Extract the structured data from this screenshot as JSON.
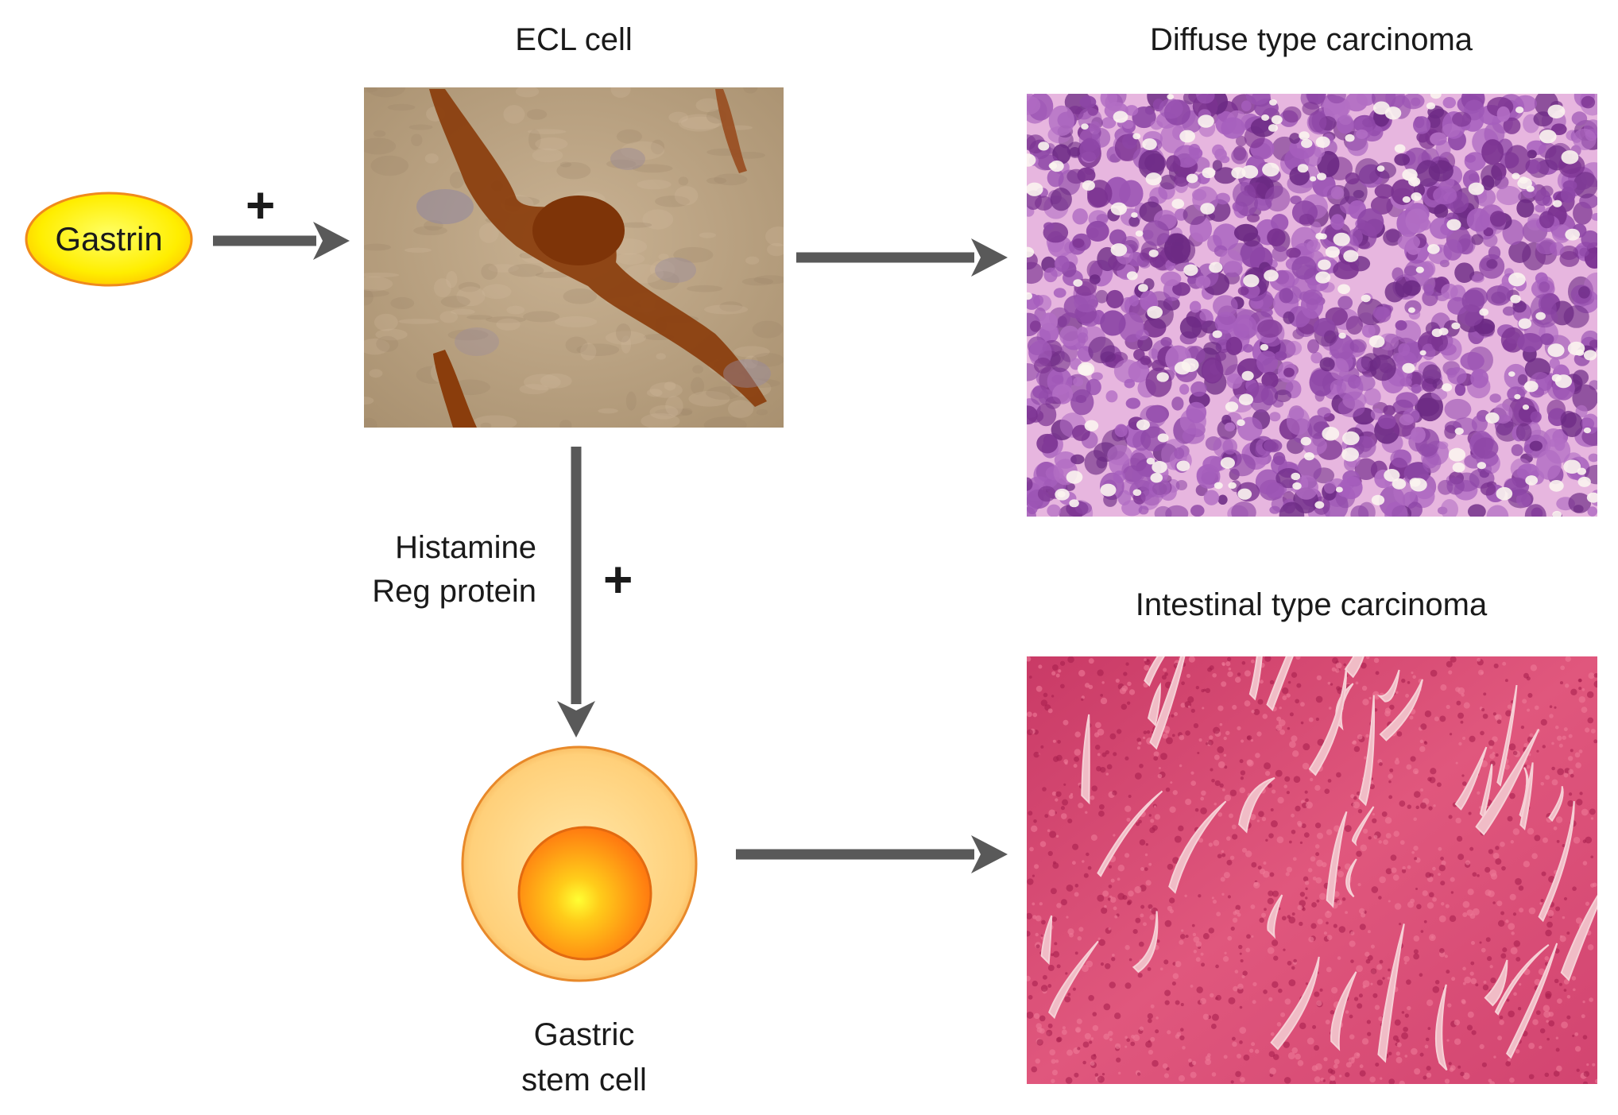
{
  "diagram": {
    "nodes": {
      "gastrin": {
        "label": "Gastrin",
        "fill_inner": "#ffff33",
        "fill_outer": "#ffd500",
        "stroke": "#f08a1c"
      },
      "ecl_cell": {
        "label": "ECL cell"
      },
      "diffuse": {
        "label": "Diffuse type carcinoma"
      },
      "intestinal": {
        "label": "Intestinal type carcinoma"
      },
      "stem_cell": {
        "label_line1": "Gastric",
        "label_line2": "stem cell"
      }
    },
    "edges": {
      "gastrin_to_ecl": {
        "sign": "+"
      },
      "ecl_to_stem": {
        "label_line1": "Histamine",
        "label_line2": "Reg protein",
        "sign": "+"
      }
    },
    "colors": {
      "arrow": "#595959",
      "ecl_background": "#b39a7c",
      "ecl_stain": "#8a3d0c",
      "diffuse_background": "#e6b0dc",
      "diffuse_nucleus": "#7a3290",
      "intestinal_background": "#d94a74",
      "intestinal_lumen": "#f2c2cc",
      "stem_outer": "#ffd27a",
      "stem_nucleus": "#ff8a12"
    }
  }
}
